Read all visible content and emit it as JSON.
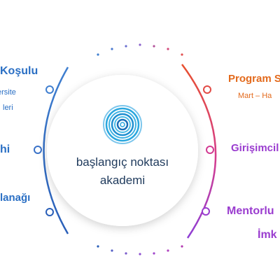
{
  "left_items": [
    {
      "title": "Koşulu",
      "lines": [
        "ersite",
        "leri"
      ]
    },
    {
      "title": "hi",
      "lines": []
    },
    {
      "title": "lanağı",
      "lines": []
    }
  ],
  "right_items": [
    {
      "title": "Program S",
      "sub": "Mart – Ha"
    },
    {
      "title": "Girişimcil",
      "sub": ""
    },
    {
      "title": "Mentorlu",
      "sub": "İmk"
    }
  ],
  "logo": {
    "line1": "başlangıç noktası",
    "line2": "akademi"
  },
  "colors": {
    "left_arc": "#3f7fd0",
    "right_arc_top": "#e8502e",
    "right_arc_bottom": "#8e3fd6",
    "logo_rings": "#2aa7de",
    "logo_text": "#1f3a5c",
    "orange_text": "#e36a1c",
    "purple_text": "#9a3ccf",
    "blue_text": "#2a6fc4"
  }
}
